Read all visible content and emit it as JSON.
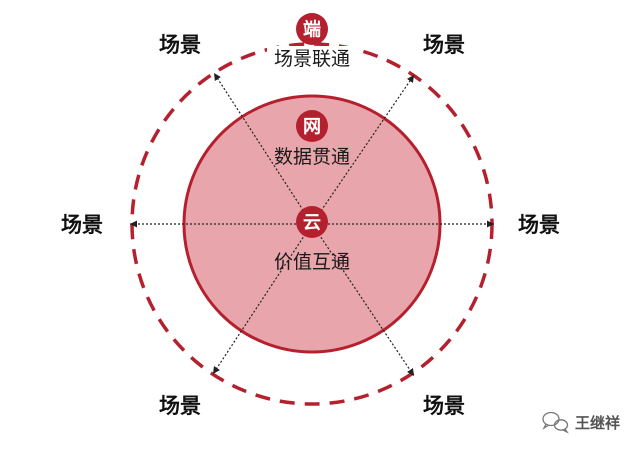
{
  "colors": {
    "accent": "#B5202E",
    "inner_fill": "#E8A5AB",
    "arrow": "#222222",
    "text": "#111111"
  },
  "badges": {
    "top": {
      "char": "端",
      "label": "场景联通"
    },
    "middle": {
      "char": "网",
      "label": "数据贯通"
    },
    "center": {
      "char": "云",
      "label": "价值互通"
    }
  },
  "scenes": {
    "top_left": "场景",
    "top_right": "场景",
    "left": "场景",
    "right": "场景",
    "bottom_left": "场景",
    "bottom_right": "场景"
  },
  "watermark": {
    "icon": "wechat-icon",
    "text": "王继祥"
  }
}
